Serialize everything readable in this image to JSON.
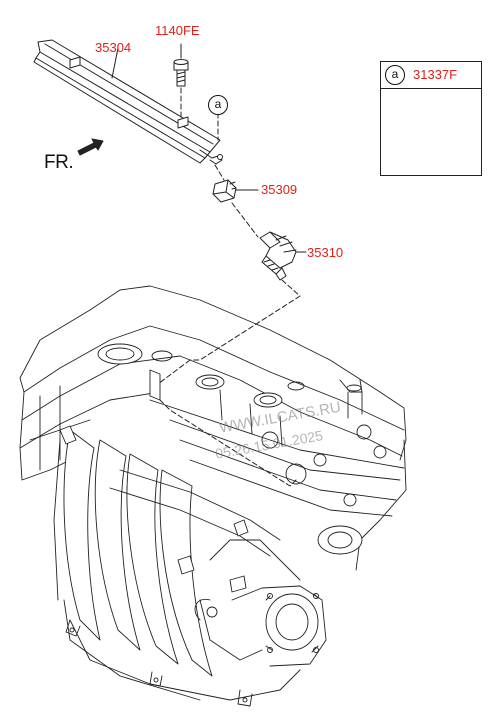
{
  "parts": {
    "rail": "35304",
    "bolt": "1140FE",
    "clip": "35309",
    "injector": "35310",
    "detail_part": "31337F"
  },
  "callout_letter": "a",
  "front_label": "FR.",
  "watermark": {
    "line1": "WWW.ILCATS.RU",
    "line2": "05.26.15.01.2025"
  },
  "colors": {
    "label": "#e0201b",
    "line": "#222222"
  }
}
